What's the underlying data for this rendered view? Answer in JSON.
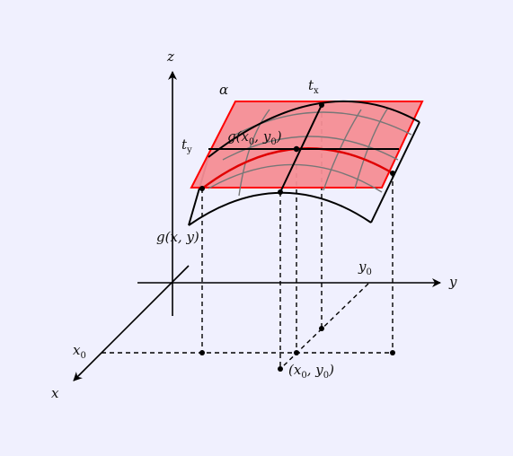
{
  "colors": {
    "background": "#f0f0fe",
    "plane_fill": "#f48d95",
    "plane_edge": "#ff0000",
    "curve": "#e00000",
    "ink": "#000000",
    "grid": "#777777"
  },
  "labels": {
    "axis_z": "z",
    "axis_y": "y",
    "axis_x": "x",
    "alpha": "α",
    "t_x": {
      "base": "t",
      "sub": "x"
    },
    "t_y": {
      "base": "t",
      "sub": "y"
    },
    "g_point": {
      "base": "g(x",
      "sub1": "0",
      "mid": ", y",
      "sub2": "0",
      "end": ")"
    },
    "g_xy": "g(x, y)",
    "y0": {
      "base": "y",
      "sub": "0"
    },
    "x0": {
      "base": "x",
      "sub": "0"
    },
    "point_base": {
      "open": "(x",
      "sub1": "0",
      "mid": ", y",
      "sub2": "0",
      "close": ")"
    }
  }
}
